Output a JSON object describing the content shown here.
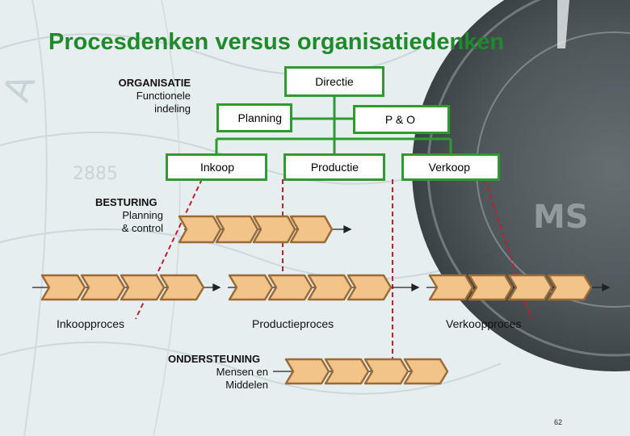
{
  "title": "Procesdenken versus organisatiedenken",
  "org": {
    "heading": "ORGANISATIE",
    "line1": "Functionele",
    "line2": "indeling",
    "boxes": {
      "directie": "Directie",
      "planning": "Planning",
      "po": "P & O",
      "inkoop": "Inkoop",
      "productie": "Productie",
      "verkoop": "Verkoop"
    }
  },
  "besturing": {
    "heading": "BESTURING",
    "line1": "Planning",
    "line2": "& control"
  },
  "processes": {
    "inkoop": "Inkoopproces",
    "productie": "Productieproces",
    "verkoop": "Verkoopproces"
  },
  "ondersteuning": {
    "heading": "ONDERSTEUNING",
    "line1": "Mensen en",
    "line2": "Middelen"
  },
  "page_number": "62",
  "colors": {
    "title": "#1f8a2a",
    "box_border": "#2e9b2e",
    "chevron_fill": "#f3c48a",
    "chevron_stroke": "#9b6b35",
    "dashed_line": "#c0202a"
  }
}
